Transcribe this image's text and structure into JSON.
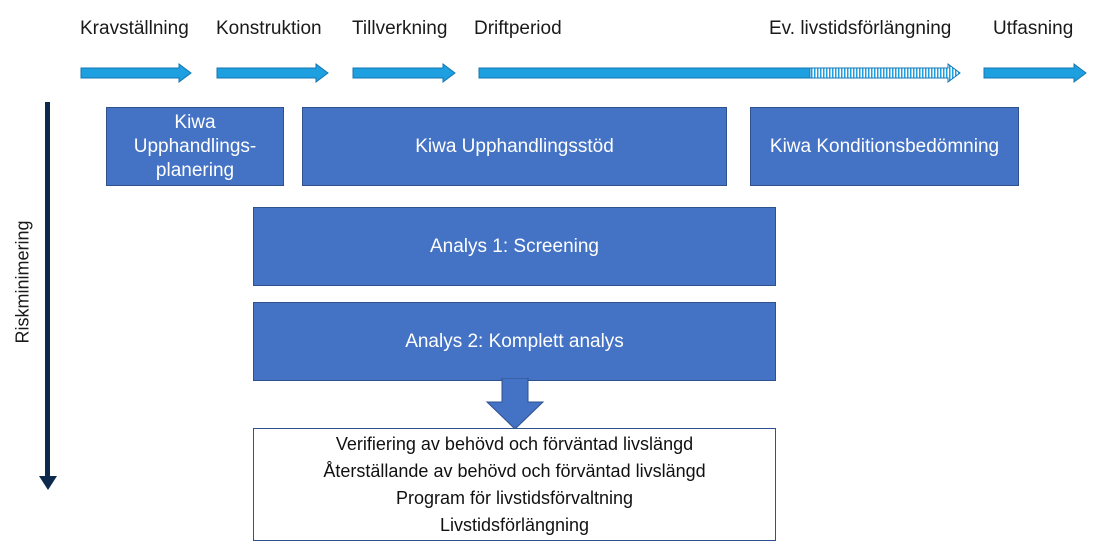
{
  "phases": [
    {
      "label": "Kravställning"
    },
    {
      "label": "Konstruktion"
    },
    {
      "label": "Tillverkning"
    },
    {
      "label": "Driftperiod"
    },
    {
      "label": "Ev. livstidsförlängning"
    },
    {
      "label": "Utfasning"
    }
  ],
  "services": {
    "upphandlingsplanering": [
      "Kiwa",
      "Upphandlings-",
      "planering"
    ],
    "upphandlingsstod": "Kiwa Upphandlingsstöd",
    "konditionsbedomning": "Kiwa Konditionsbedömning"
  },
  "analyses": {
    "screening": "Analys 1: Screening",
    "komplett": "Analys 2: Komplett analys"
  },
  "results": [
    "Verifiering av behövd och förväntad livslängd",
    "Återställande av behövd och förväntad livslängd",
    "Program för livstidsförvaltning",
    "Livstidsförlängning"
  ],
  "side_label": "Riskminimering",
  "colors": {
    "box_fill": "#4472c4",
    "box_border": "#2f528f",
    "timeline_arrow": "#1e9fe0",
    "axis_arrow": "#0d2a4d"
  }
}
